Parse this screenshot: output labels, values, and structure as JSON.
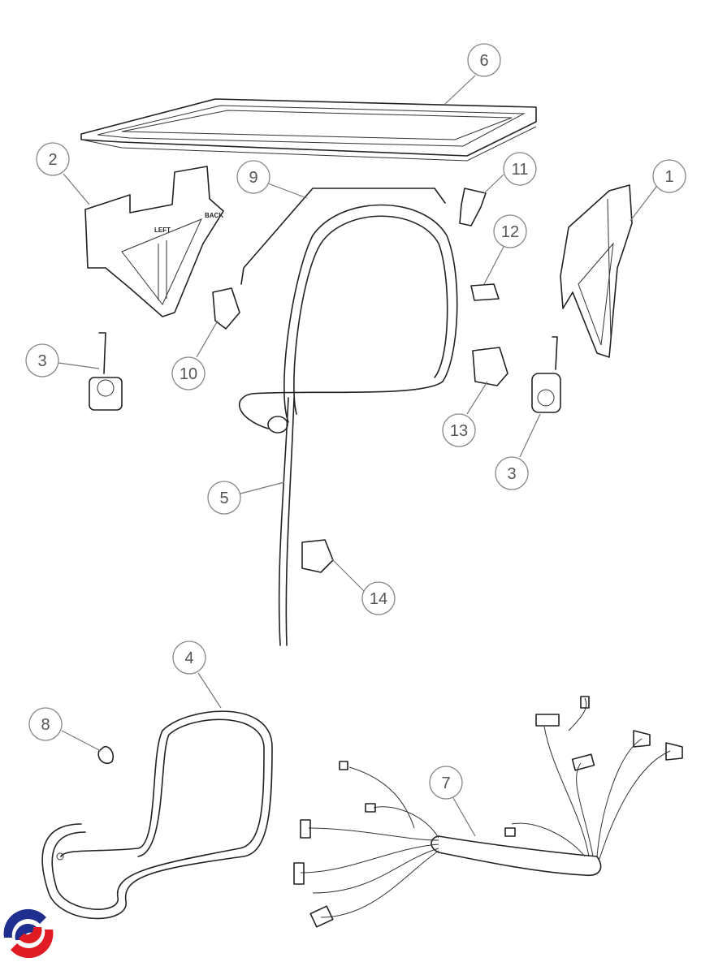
{
  "diagram": {
    "callouts": [
      {
        "id": "6",
        "label": "6"
      },
      {
        "id": "2",
        "label": "2"
      },
      {
        "id": "9",
        "label": "9"
      },
      {
        "id": "11",
        "label": "11"
      },
      {
        "id": "1",
        "label": "1"
      },
      {
        "id": "12",
        "label": "12"
      },
      {
        "id": "3a",
        "label": "3"
      },
      {
        "id": "10",
        "label": "10"
      },
      {
        "id": "13",
        "label": "13"
      },
      {
        "id": "3b",
        "label": "3"
      },
      {
        "id": "5",
        "label": "5"
      },
      {
        "id": "14",
        "label": "14"
      },
      {
        "id": "4",
        "label": "4"
      },
      {
        "id": "8",
        "label": "8"
      },
      {
        "id": "7",
        "label": "7"
      }
    ],
    "part_markings": {
      "left": "LEFT",
      "back": "BACK"
    },
    "logo": {
      "colors": {
        "blue": "#1f2f8f",
        "red": "#e01b24"
      }
    }
  }
}
